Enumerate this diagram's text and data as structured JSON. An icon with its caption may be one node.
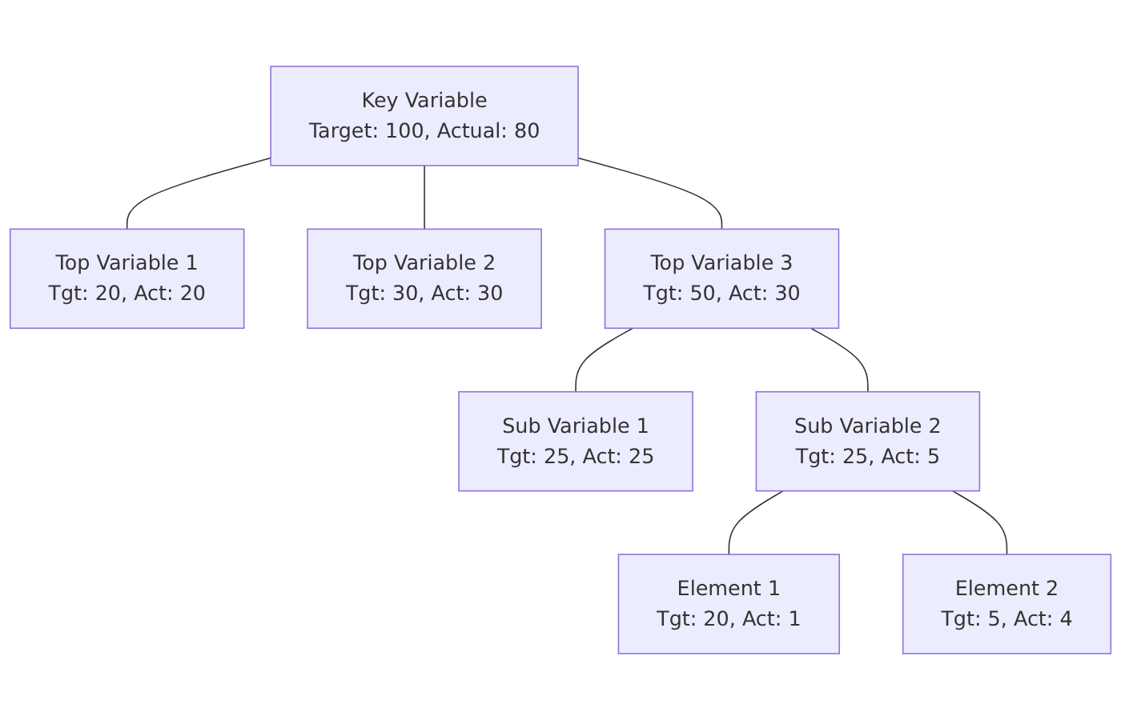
{
  "diagram": {
    "nodes": [
      {
        "text": [
          "Key Variable",
          "Target: 100, Actual: 80"
        ]
      },
      {
        "text": [
          "Top Variable 1",
          "Tgt: 20, Act: 20"
        ]
      },
      {
        "text": [
          "Top Variable 2",
          "Tgt: 30, Act: 30"
        ]
      },
      {
        "text": [
          "Top Variable 3",
          "Tgt: 50, Act: 30"
        ]
      },
      {
        "text": [
          "Sub Variable 1",
          "Tgt: 25, Act: 25"
        ]
      },
      {
        "text": [
          "Sub Variable 2",
          "Tgt: 25, Act: 5"
        ]
      },
      {
        "text": [
          "Element 1",
          "Tgt: 20, Act: 1"
        ]
      },
      {
        "text": [
          "Element 2",
          "Tgt: 5, Act: 4"
        ]
      }
    ],
    "edges": [
      {
        "from": 0,
        "to": 1,
        "arrow": "none"
      },
      {
        "from": 0,
        "to": 2,
        "arrow": "none"
      },
      {
        "from": 0,
        "to": 3,
        "arrow": "none"
      },
      {
        "from": 3,
        "to": 4,
        "arrow": "none"
      },
      {
        "from": 3,
        "to": 5,
        "arrow": "none"
      },
      {
        "from": 5,
        "to": 6,
        "arrow": "none"
      },
      {
        "from": 5,
        "to": 7,
        "arrow": "none"
      }
    ]
  }
}
